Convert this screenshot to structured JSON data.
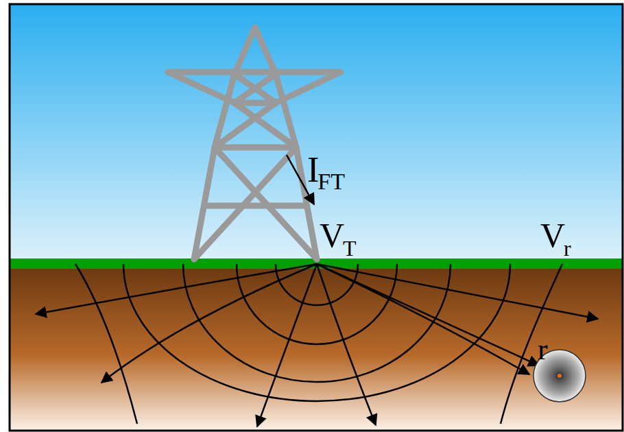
{
  "diagram": {
    "labels": [
      "I",
      "FT",
      "V",
      "T",
      "V",
      "r",
      "r"
    ]
  }
}
